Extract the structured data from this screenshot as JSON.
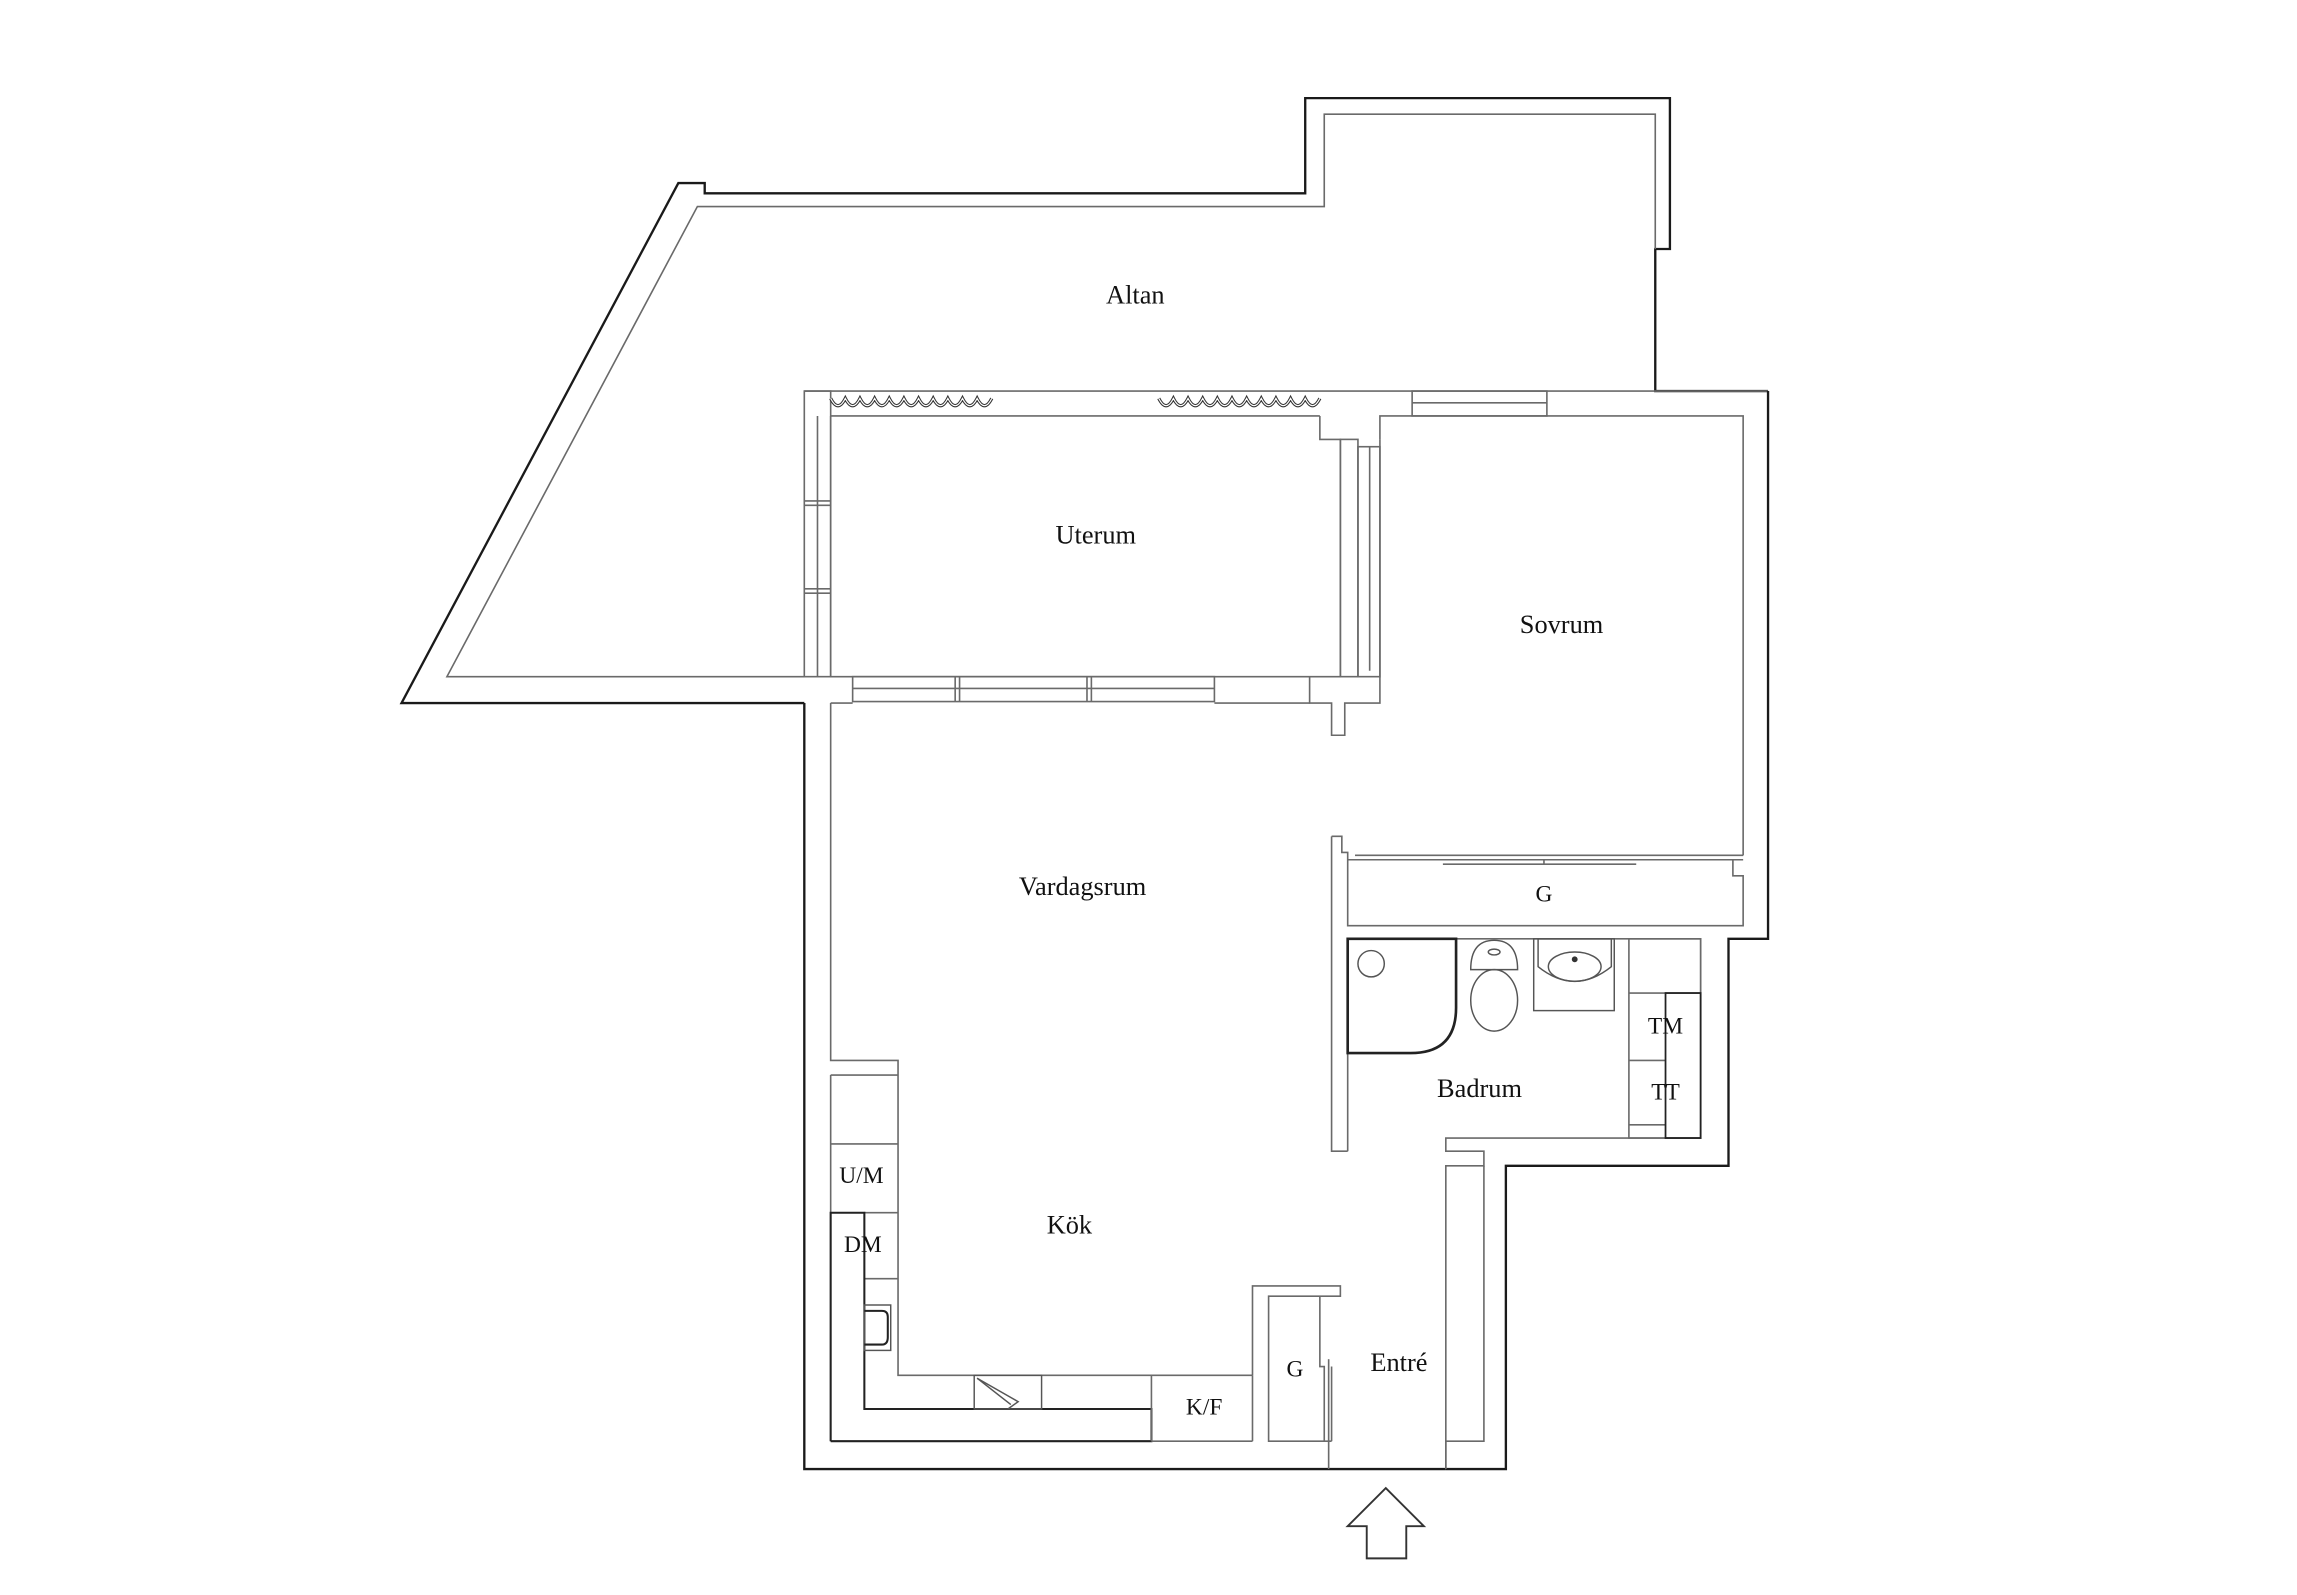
{
  "plan": {
    "type": "apartment floor plan",
    "line_color": "#1a1a1a",
    "background": "#ffffff"
  },
  "rooms": {
    "altan": "Altan",
    "uterum": "Uterum",
    "sovrum": "Sovrum",
    "vardagsrum": "Vardagsrum",
    "kok": "Kök",
    "badrum": "Badrum",
    "entre": "Entré"
  },
  "fixtures": {
    "garderob_sovrum": "G",
    "garderob_entre": "G",
    "tvattmaskin": "TM",
    "torktumlare": "TT",
    "ugn_mikro": "U/M",
    "diskmaskin": "DM",
    "kyl_frys": "K/F"
  },
  "entrance_arrow": "entrance-arrow"
}
